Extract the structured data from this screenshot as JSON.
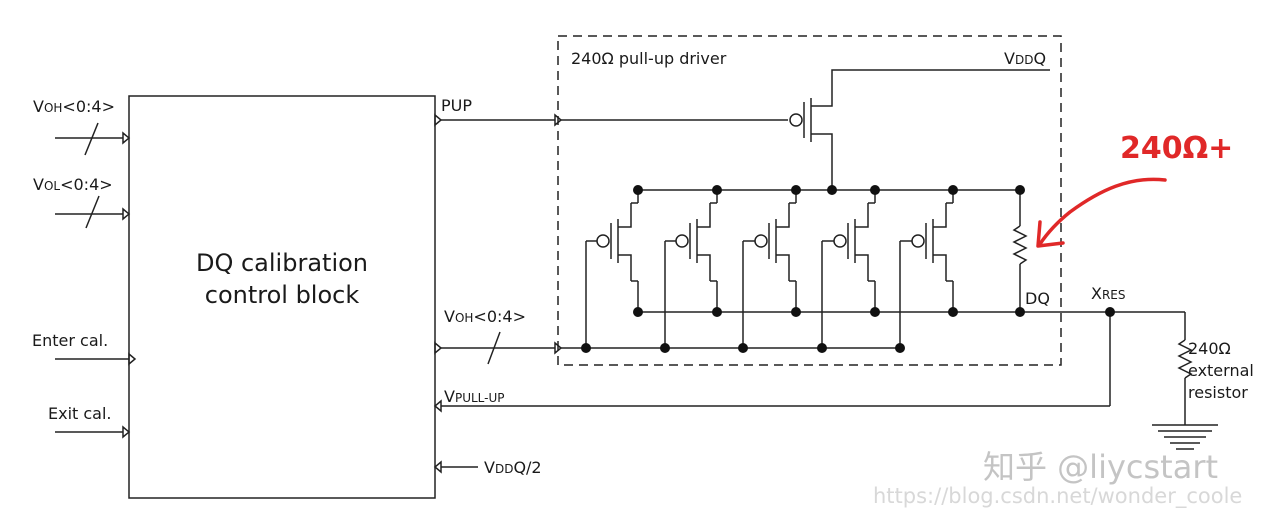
{
  "block": {
    "line1": "DQ calibration",
    "line2": "control block"
  },
  "inputs": {
    "voh": {
      "main": "V",
      "sub": "OH",
      "tail": "<0:4>"
    },
    "vol": {
      "main": "V",
      "sub": "OL",
      "tail": "<0:4>"
    },
    "enter": "Enter cal.",
    "exit": "Exit cal."
  },
  "outputs": {
    "pup": "PUP",
    "voh": {
      "main": "V",
      "sub": "OH",
      "tail": "<0:4>"
    },
    "vpullup": {
      "main": "V",
      "sub": "PULL-UP"
    },
    "vddq2": {
      "main": "V",
      "sub": "DD",
      "tail": "Q/2"
    }
  },
  "driver": {
    "title": "240Ω pull-up driver",
    "vddq": {
      "main": "V",
      "sub": "DD",
      "tail": "Q"
    },
    "dq": "DQ"
  },
  "external": {
    "xres": {
      "main": "X",
      "sub": "RES"
    },
    "r1": "240Ω",
    "r2": "external",
    "r3": "resistor"
  },
  "annotation": "240Ω+",
  "watermark": {
    "brand": "知乎 @liycstart",
    "url": "https://blog.csdn.net/wonder_coole"
  },
  "colors": {
    "annotation": "#e02828",
    "line": "#222222"
  }
}
